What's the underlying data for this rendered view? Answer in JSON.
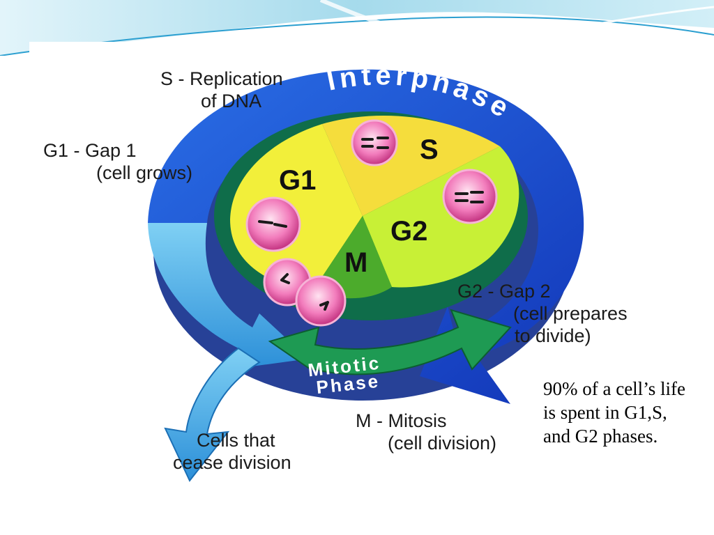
{
  "diagram": {
    "title_arc": "Interphase",
    "phases": {
      "s": "S",
      "g1": "G1",
      "g2": "G2",
      "m": "M"
    },
    "mitotic_label": [
      "Mitotic",
      "Phase"
    ],
    "callouts": {
      "s_label": [
        "S - Replication",
        "of DNA"
      ],
      "g1_label": [
        "G1 - Gap 1",
        "(cell grows)"
      ],
      "g2_label": [
        "G2 - Gap 2",
        "(cell prepares",
        "to divide)"
      ],
      "m_label": [
        "M - Mitosis",
        "(cell division)"
      ],
      "cease_label": [
        "Cells that",
        "cease division"
      ]
    },
    "colors": {
      "outer_arrow": "#1f55d6",
      "light_arrow": "#4fb0ea",
      "green_arrow": "#1e9a53",
      "g1_fill": "#f2ef3a",
      "s_fill": "#f5dd3c",
      "g2_fill": "#c8f036",
      "m_fill": "#4cab2c",
      "cell": "#e85da6"
    }
  },
  "caption": "90% of a cell’s life is spent in G1,S, and G2 phases."
}
